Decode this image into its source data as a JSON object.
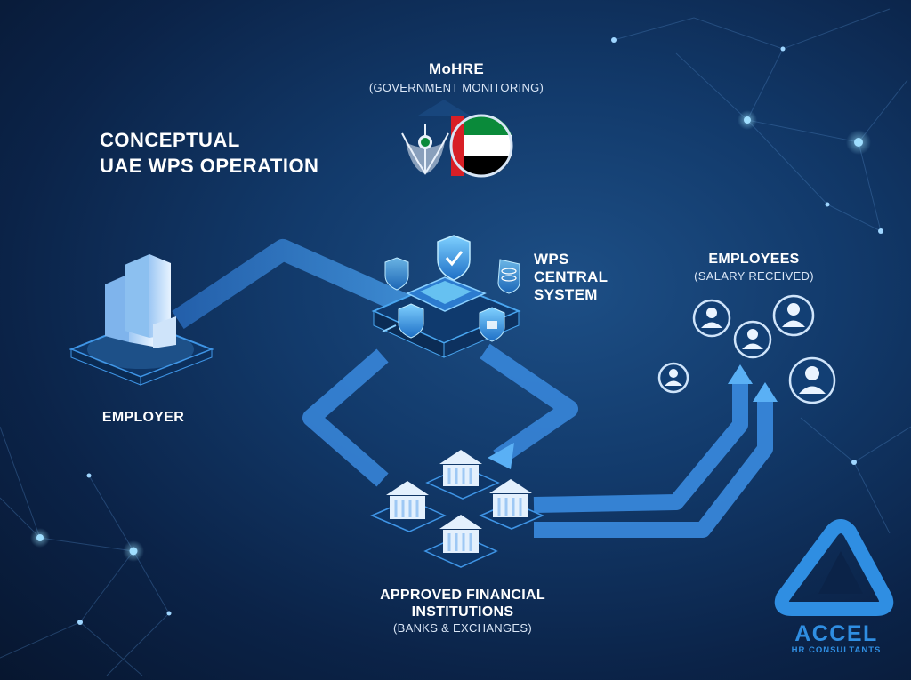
{
  "title": {
    "line1": "CONCEPTUAL",
    "line2": "UAE WPS OPERATION"
  },
  "mohre": {
    "name": "MoHRE",
    "desc": "(GOVERNMENT MONITORING)"
  },
  "wps": {
    "line1": "WPS",
    "line2": "CENTRAL",
    "line3": "SYSTEM"
  },
  "employer": {
    "name": "EMPLOYER"
  },
  "employees": {
    "name": "EMPLOYEES",
    "desc": "(SALARY RECEIVED)"
  },
  "institutions": {
    "line1": "APPROVED FINANCIAL",
    "line2": "INSTITUTIONS",
    "desc": "(BANKS & EXCHANGES)"
  },
  "brand": {
    "name": "ACCEL",
    "tagline": "HR CONSULTANTS"
  },
  "flag_colors": {
    "red": "#d81f26",
    "green": "#0a8a3a",
    "white": "#ffffff",
    "black": "#000000"
  },
  "theme": {
    "accent": "#2f8ee2",
    "flow": "#3c8fe6"
  }
}
